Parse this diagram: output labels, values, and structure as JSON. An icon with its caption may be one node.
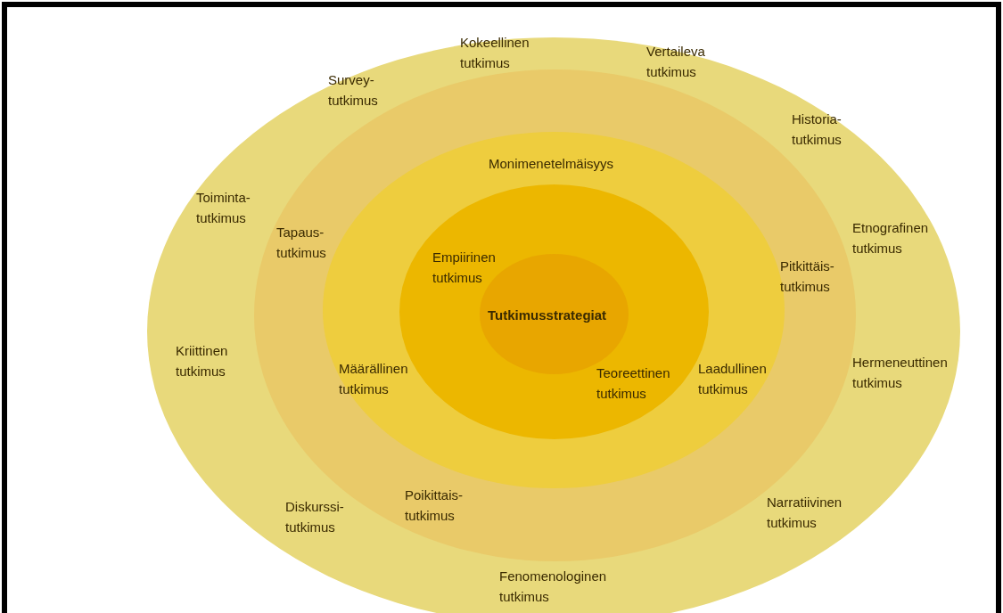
{
  "diagram": {
    "nodes": [
      {
        "text": [
          "Kokeellinen tutkimus",
          "Vertaileva tutkimus",
          "Survey-tutkimus",
          "Historia-tutkimus",
          "Toiminta-tutkimus",
          "Etnografinen tutkimus",
          "Kriittinen tutkimus",
          "Hermeneuttinen tutkimus",
          "Diskurssi-tutkimus",
          "Narratiivinen tutkimus",
          "Fenomenologinen tutkimus"
        ]
      },
      {
        "text": [
          "Tapaus-tutkimus",
          "Pitkittäis-tutkimus",
          "Poikittais-tutkimus"
        ],
        "in": 0
      },
      {
        "text": [
          "Monimenetelmäisyys",
          "Määrällinen tutkimus",
          "Laadullinen tutkimus"
        ],
        "in": 1
      },
      {
        "text": [
          "Empiirinen tutkimus",
          "Teoreettinen tutkimus"
        ],
        "in": 2
      },
      {
        "text": [
          "Tutkimusstrategiat"
        ],
        "in": 3
      }
    ],
    "edges": []
  }
}
